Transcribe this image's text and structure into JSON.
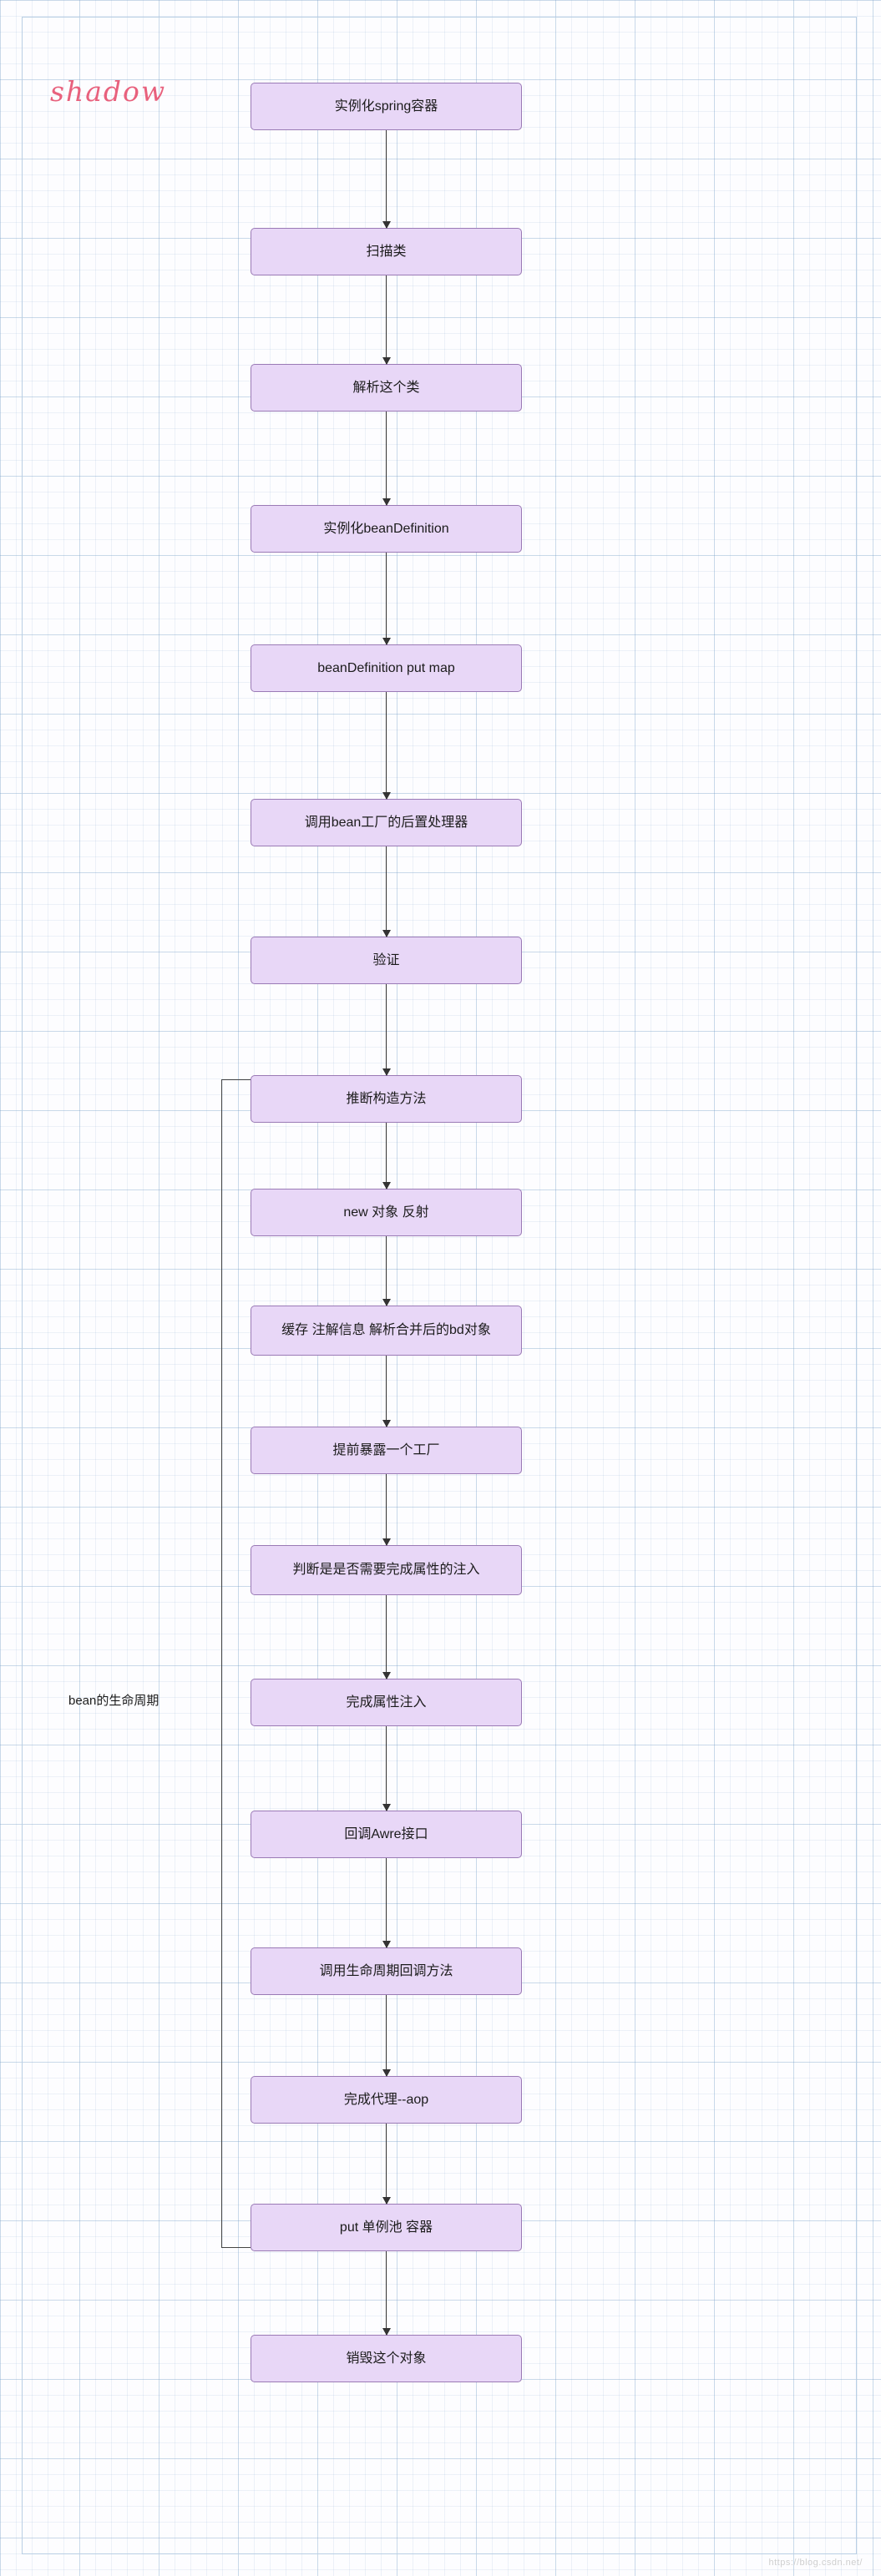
{
  "diagram": {
    "type": "flowchart",
    "logo_text": "shadow",
    "watermark": "https://blog.csdn.net/",
    "bracket_label": "bean的生命周期",
    "nodes": [
      {
        "id": "n1",
        "label": "实例化spring容器"
      },
      {
        "id": "n2",
        "label": "扫描类"
      },
      {
        "id": "n3",
        "label": "解析这个类"
      },
      {
        "id": "n4",
        "label": "实例化beanDefinition"
      },
      {
        "id": "n5",
        "label": "beanDefinition put map"
      },
      {
        "id": "n6",
        "label": "调用bean工厂的后置处理器"
      },
      {
        "id": "n7",
        "label": "验证"
      },
      {
        "id": "n8",
        "label": "推断构造方法"
      },
      {
        "id": "n9",
        "label": "new 对象 反射"
      },
      {
        "id": "n10",
        "label": "缓存 注解信息 解析合并后的bd对象"
      },
      {
        "id": "n11",
        "label": "提前暴露一个工厂"
      },
      {
        "id": "n12",
        "label": "判断是是否需要完成属性的注入"
      },
      {
        "id": "n13",
        "label": "完成属性注入"
      },
      {
        "id": "n14",
        "label": "回调Awre接口"
      },
      {
        "id": "n15",
        "label": "调用生命周期回调方法"
      },
      {
        "id": "n16",
        "label": "完成代理--aop"
      },
      {
        "id": "n17",
        "label": "put 单例池 容器"
      },
      {
        "id": "n18",
        "label": "销毁这个对象"
      }
    ]
  }
}
